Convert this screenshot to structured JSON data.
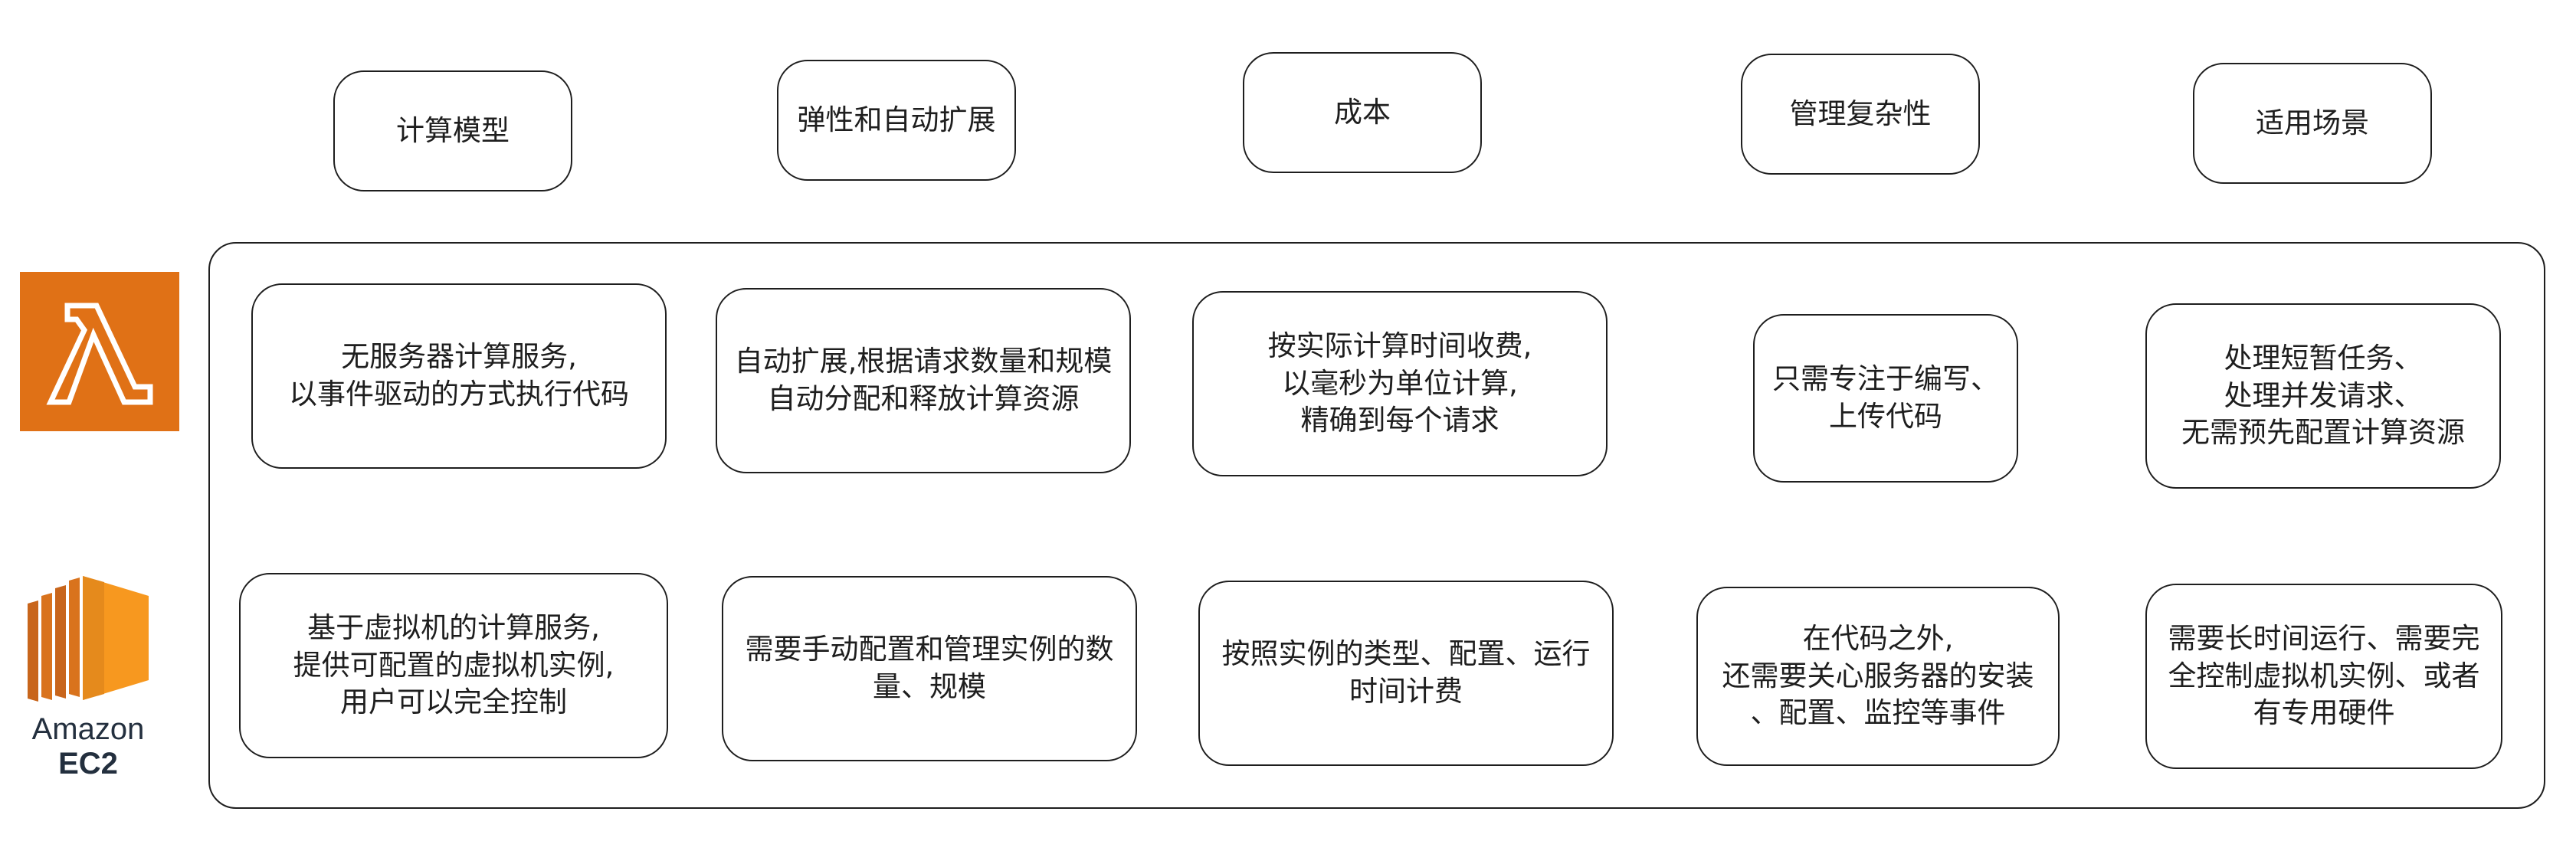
{
  "headers": [
    "计算模型",
    "弹性和自动扩展",
    "成本",
    "管理复杂性",
    "适用场景"
  ],
  "lambda_row": [
    "无服务器计算服务,\n以事件驱动的方式执行代码",
    "自动扩展,根据请求数量和规模\n自动分配和释放计算资源",
    "按实际计算时间收费,\n以毫秒为单位计算,\n精确到每个请求",
    "只需专注于编写、\n上传代码",
    "处理短暂任务、\n处理并发请求、\n无需预先配置计算资源"
  ],
  "ec2_row": [
    "基于虚拟机的计算服务,\n提供可配置的虚拟机实例,\n用户可以完全控制",
    "需要手动配置和管理实例的数\n量、规模",
    "按照实例的类型、配置、运行\n时间计费",
    "在代码之外,\n还需要关心服务器的安装\n、配置、监控等事件",
    "需要长时间运行、需要完\n全控制虚拟机实例、或者\n有专用硬件"
  ],
  "ec2_label": {
    "line1": "Amazon",
    "line2": "EC2"
  },
  "colors": {
    "lambda_orange": "#e07116",
    "ec2_orange_light": "#f7981f",
    "ec2_orange_dark": "#c8651b",
    "stroke": "#1e1e1e"
  },
  "icons": {
    "lambda": "aws-lambda-icon",
    "ec2": "aws-ec2-icon"
  }
}
